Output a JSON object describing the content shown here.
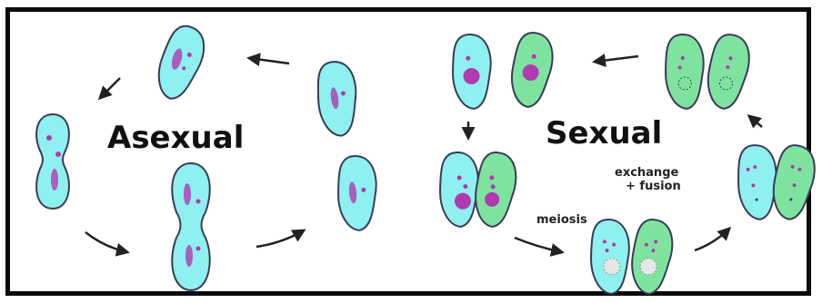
{
  "diagram": {
    "labels": {
      "asexual": "Asexual",
      "sexual": "Sexual",
      "exchange": "exchange",
      "fusion": "+ fusion",
      "meiosis": "meiosis"
    },
    "colors": {
      "cell_cyan": "#8ff0f0",
      "cell_green": "#7fe3a0",
      "outline": "#3a3a5a",
      "nucleus": "#b03ab0",
      "text": "#111111",
      "border": "#0a0a0a"
    }
  }
}
